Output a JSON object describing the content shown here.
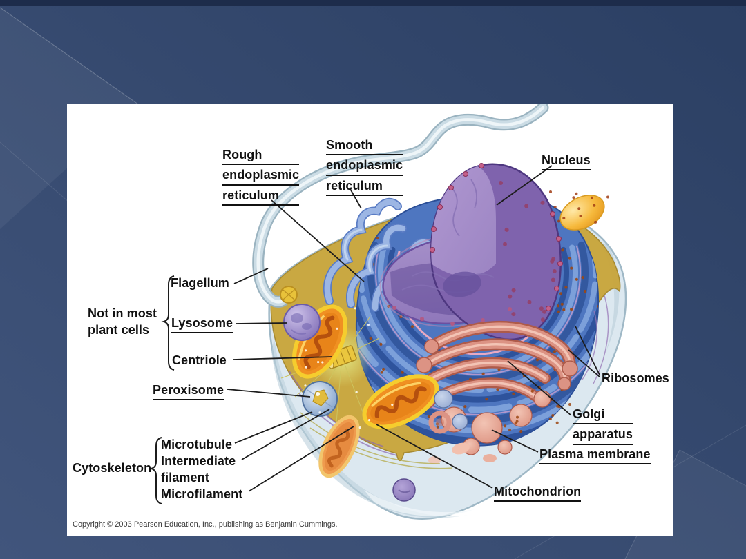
{
  "slide": {
    "background_color": "#31466a",
    "panel_background": "#ffffff"
  },
  "diagram": {
    "title": "Animal cell structure diagram",
    "labels": {
      "rough_er": {
        "lines": [
          "Rough",
          "endoplasmic",
          "reticulum"
        ],
        "underlined": true
      },
      "smooth_er": {
        "lines": [
          "Smooth",
          "endoplasmic",
          "reticulum"
        ],
        "underlined": true
      },
      "nucleus": {
        "lines": [
          "Nucleus"
        ],
        "underlined": true
      },
      "flagellum": {
        "lines": [
          "Flagellum"
        ],
        "underlined": false
      },
      "lysosome": {
        "lines": [
          "Lysosome"
        ],
        "underlined": true
      },
      "centriole": {
        "lines": [
          "Centriole"
        ],
        "underlined": false
      },
      "peroxisome": {
        "lines": [
          "Peroxisome"
        ],
        "underlined": true
      },
      "microtubule": {
        "lines": [
          "Microtubule"
        ],
        "underlined": false
      },
      "intermediate_filament": {
        "lines": [
          "Intermediate",
          "filament"
        ],
        "underlined": false
      },
      "microfilament": {
        "lines": [
          "Microfilament"
        ],
        "underlined": false
      },
      "ribosomes": {
        "lines": [
          "Ribosomes"
        ],
        "underlined": false
      },
      "golgi_apparatus": {
        "lines": [
          "Golgi",
          "apparatus"
        ],
        "underlined": true
      },
      "plasma_membrane": {
        "lines": [
          "Plasma membrane"
        ],
        "underlined": true
      },
      "mitochondrion": {
        "lines": [
          "Mitochondrion"
        ],
        "underlined": true
      }
    },
    "group_labels": {
      "not_in_most_plant_cells": {
        "lines": [
          "Not in most",
          "plant cells"
        ]
      },
      "cytoskeleton": {
        "lines": [
          "Cytoskeleton"
        ]
      }
    },
    "copyright": "Copyright © 2003 Pearson Education, Inc., publishing as Benjamin Cummings.",
    "colors": {
      "cytoplasm": "#c9a63d",
      "er_blue": "#4e76c0",
      "nucleus_purple": "#7f63ad",
      "golgi_pink": "#dc9384",
      "mitochondrion_orange": "#f09022",
      "membrane_pale": "#dce8f0",
      "label_text": "#111111"
    }
  }
}
